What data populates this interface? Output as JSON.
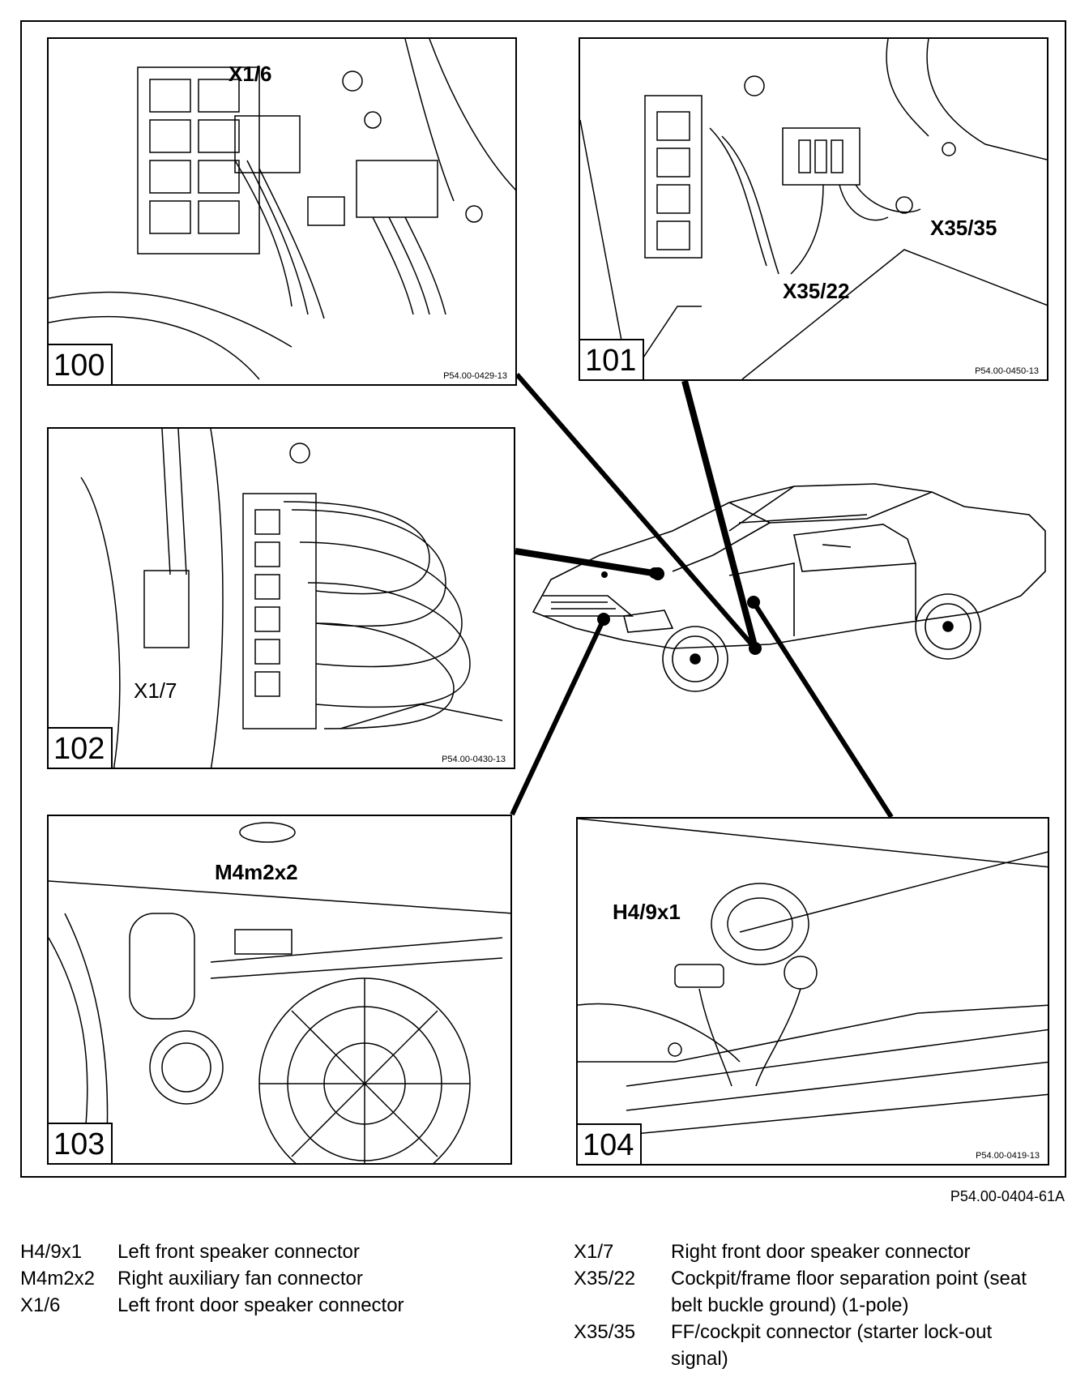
{
  "panels": [
    {
      "number": "100",
      "ref": "P54.00-0429-13",
      "callouts": [
        "X1/6"
      ]
    },
    {
      "number": "101",
      "ref": "P54.00-0450-13",
      "callouts": [
        "X35/35",
        "X35/22"
      ]
    },
    {
      "number": "102",
      "ref": "P54.00-0430-13",
      "callouts": [
        "X1/7"
      ]
    },
    {
      "number": "103",
      "ref": "",
      "callouts": [
        "M4m2x2"
      ]
    },
    {
      "number": "104",
      "ref": "P54.00-0419-13",
      "callouts": [
        "H4/9x1"
      ]
    }
  ],
  "figure_ref": "P54.00-0404-61A",
  "legend_left": [
    {
      "code": "H4/9x1",
      "desc": "Left front speaker connector"
    },
    {
      "code": "M4m2x2",
      "desc": "Right auxiliary fan connector"
    },
    {
      "code": "X1/6",
      "desc": "Left front door speaker connector"
    }
  ],
  "legend_right": [
    {
      "code": "X1/7",
      "desc": "Right front door speaker connector"
    },
    {
      "code": "X35/22",
      "desc": "Cockpit/frame floor separation point (seat belt buckle ground) (1-pole)"
    },
    {
      "code": "X35/35",
      "desc": "FF/cockpit connector (starter lock-out signal)"
    }
  ]
}
